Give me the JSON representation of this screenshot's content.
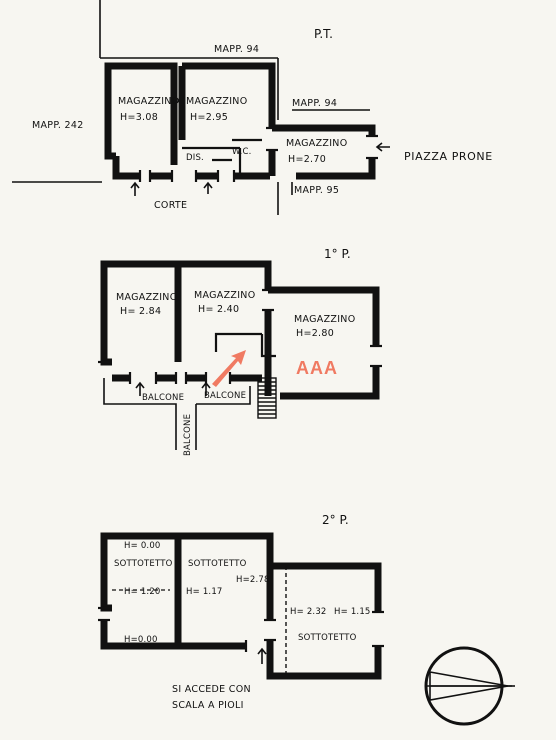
{
  "floors": {
    "ground": {
      "title": "P.T.",
      "labels": {
        "mapp94_top": "MAPP. 94",
        "mapp94_right": "MAPP. 94",
        "mapp242": "MAPP. 242",
        "mapp95": "MAPP. 95",
        "piazza": "PIAZZA PRONE",
        "corte": "CORTE",
        "dis": "DIS.",
        "wc": "W.C."
      },
      "rooms": [
        {
          "name": "MAGAZZINO",
          "height": "H=3.08"
        },
        {
          "name": "MAGAZZINO",
          "height": "H=2.95"
        },
        {
          "name": "MAGAZZINO",
          "height": "H=2.70"
        }
      ]
    },
    "first": {
      "title": "1° P.",
      "labels": {
        "balcone_left": "BALCONE",
        "balcone_right": "BALCONE",
        "balcone_vertical": "BALCONE"
      },
      "rooms": [
        {
          "name": "MAGAZZINO",
          "height": "H= 2.84"
        },
        {
          "name": "MAGAZZINO",
          "height": "H= 2.40"
        },
        {
          "name": "MAGAZZINO",
          "height": "H=2.80"
        }
      ]
    },
    "second": {
      "title": "2° P.",
      "rooms": [
        {
          "name": "SOTTOTETTO",
          "h_top": "H= 0.00",
          "h_mid": "H= 1.20",
          "h_bot": "H=0.00"
        },
        {
          "name": "SOTTOTETTO",
          "h_left": "H= 1.17",
          "h_right": "H=2.78"
        },
        {
          "name": "SOTTOTETTO",
          "h_left": "H= 2.32",
          "h_right": "H= 1.15"
        }
      ],
      "note_line1": "SI ACCEDE CON",
      "note_line2": "SCALA A PIOLI"
    }
  },
  "watermark": "AAA",
  "colors": {
    "ink": "#111111",
    "watermark": "#f07a62",
    "paper": "#f7f6f1"
  },
  "icons": {
    "compass": "north-arrow-icon",
    "logo": "arrow-logo-icon"
  }
}
